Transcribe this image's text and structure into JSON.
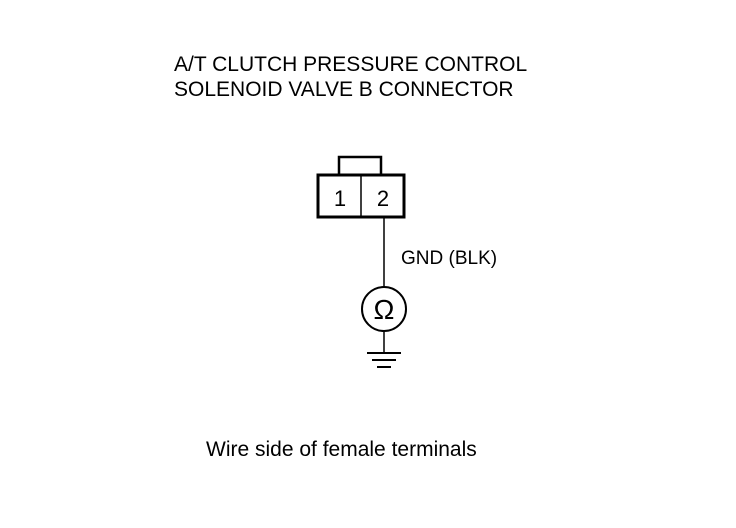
{
  "title": {
    "line1": "A/T CLUTCH PRESSURE CONTROL",
    "line2": "SOLENOID VALVE B CONNECTOR"
  },
  "connector": {
    "pins": [
      "1",
      "2"
    ]
  },
  "wire": {
    "label": "GND (BLK)"
  },
  "meter": {
    "symbol": "Ω",
    "icon": "ohmmeter-icon"
  },
  "ground": {
    "icon": "ground-icon"
  },
  "caption": "Wire side of female terminals",
  "colors": {
    "ink": "#000000",
    "background": "#ffffff"
  }
}
